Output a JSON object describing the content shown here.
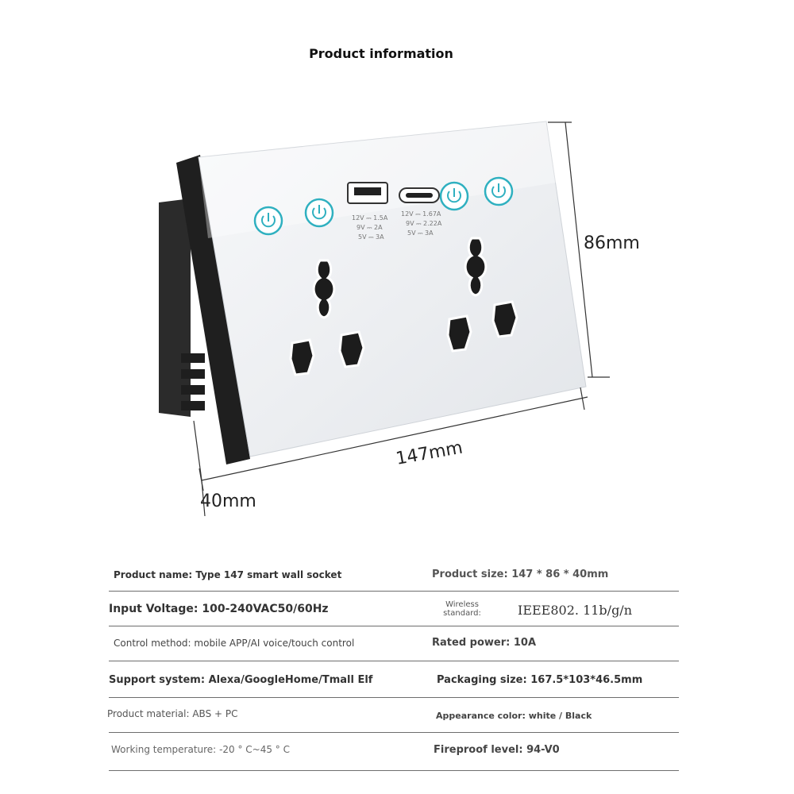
{
  "title": "Product information",
  "dimensions": {
    "height": "86mm",
    "width": "147mm",
    "depth": "40mm"
  },
  "usb_a": [
    "12V ⎓ 1.5A",
    "9V ⎓ 2A",
    "5V ⎓ 3A"
  ],
  "usb_c": [
    "12V ⎓ 1.67A",
    "9V ⎓ 2.22A",
    "5V ⎓ 3A"
  ],
  "specs": {
    "product_name": {
      "label": "Product name:",
      "value": "Type 147 smart wall socket"
    },
    "product_size": {
      "label": "Product size:",
      "value": "147 * 86 * 40mm"
    },
    "input_voltage": {
      "label": "Input Voltage:",
      "value": "100-240VAC50/60Hz"
    },
    "wireless": {
      "label_line1": "Wireless",
      "label_line2": "standard:",
      "value": "IEEE802. 11b/g/n"
    },
    "control_method": {
      "label": "Control method:",
      "value": "mobile APP/AI voice/touch control"
    },
    "rated_power": {
      "label": "Rated power:",
      "value": "10A"
    },
    "support_system": {
      "label": "Support system:",
      "value": "Alexa/GoogleHome/Tmall Elf"
    },
    "packaging_size": {
      "label": "Packaging size:",
      "value": "167.5*103*46.5mm"
    },
    "material": {
      "label": "Product material:",
      "value": "ABS + PC"
    },
    "appearance_color": {
      "label": "Appearance color:",
      "value": "white / Black"
    },
    "working_temp": {
      "label": "Working temperature:",
      "value": "-20 ° C~45 ° C"
    },
    "fireproof": {
      "label": "Fireproof level:",
      "value": "94-V0"
    }
  },
  "colors": {
    "touch_ring": "#2fb0c0",
    "panel": "#eef0f3",
    "frame": "#2a2a2a"
  }
}
